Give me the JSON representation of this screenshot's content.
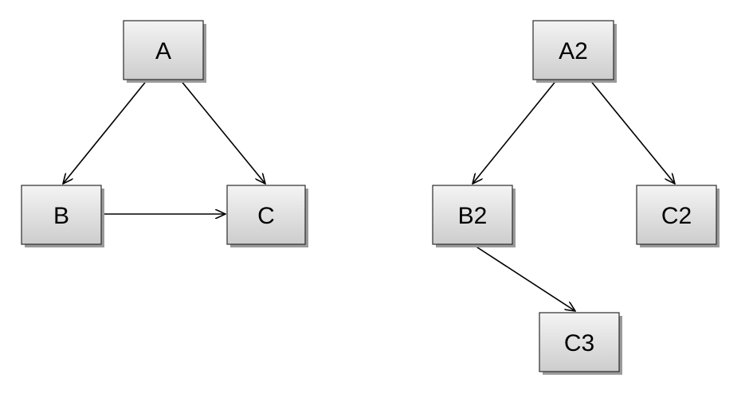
{
  "diagram": {
    "nodes": [
      {
        "id": "A",
        "label": "A"
      },
      {
        "id": "B",
        "label": "B"
      },
      {
        "id": "C",
        "label": "C"
      },
      {
        "id": "A2",
        "label": "A2"
      },
      {
        "id": "B2",
        "label": "B2"
      },
      {
        "id": "C2",
        "label": "C2"
      },
      {
        "id": "C3",
        "label": "C3"
      }
    ],
    "edges": [
      {
        "from": "A",
        "to": "B"
      },
      {
        "from": "A",
        "to": "C"
      },
      {
        "from": "B",
        "to": "C"
      },
      {
        "from": "A2",
        "to": "B2"
      },
      {
        "from": "A2",
        "to": "C2"
      },
      {
        "from": "B2",
        "to": "C3"
      }
    ],
    "colors": {
      "box_fill_top": "#f4f4f4",
      "box_fill_bottom": "#cdcdcd",
      "box_border": "#2b2b2b",
      "shadow": "#9a9a9a",
      "edge": "#000000"
    }
  }
}
